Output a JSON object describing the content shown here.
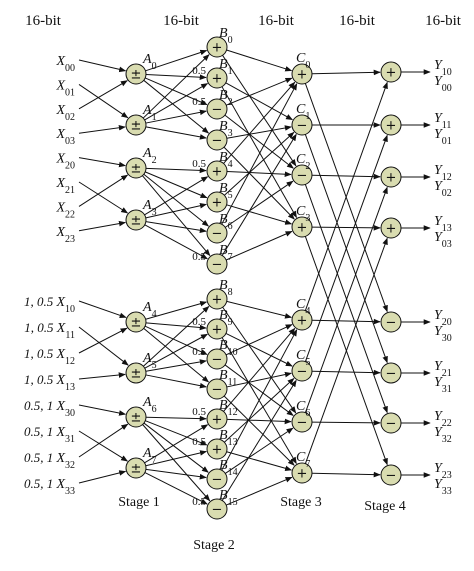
{
  "headers": [
    "16-bit",
    "16-bit",
    "16-bit",
    "16-bit",
    "16-bit"
  ],
  "inputs": [
    {
      "prefix": "",
      "base": "X",
      "sub": "00"
    },
    {
      "prefix": "",
      "base": "X",
      "sub": "01"
    },
    {
      "prefix": "",
      "base": "X",
      "sub": "02"
    },
    {
      "prefix": "",
      "base": "X",
      "sub": "03"
    },
    {
      "prefix": "",
      "base": "X",
      "sub": "20"
    },
    {
      "prefix": "",
      "base": "X",
      "sub": "21"
    },
    {
      "prefix": "",
      "base": "X",
      "sub": "22"
    },
    {
      "prefix": "",
      "base": "X",
      "sub": "23"
    },
    {
      "prefix": "1, 0.5",
      "base": "X",
      "sub": "10"
    },
    {
      "prefix": "1, 0.5",
      "base": "X",
      "sub": "11"
    },
    {
      "prefix": "1, 0.5",
      "base": "X",
      "sub": "12"
    },
    {
      "prefix": "1, 0.5",
      "base": "X",
      "sub": "13"
    },
    {
      "prefix": "0.5, 1",
      "base": "X",
      "sub": "30"
    },
    {
      "prefix": "0.5, 1",
      "base": "X",
      "sub": "31"
    },
    {
      "prefix": "0.5, 1",
      "base": "X",
      "sub": "32"
    },
    {
      "prefix": "0.5, 1",
      "base": "X",
      "sub": "33"
    }
  ],
  "stage1": {
    "symbol": "±",
    "nodes": [
      {
        "base": "A",
        "sub": "0"
      },
      {
        "base": "A",
        "sub": "1"
      },
      {
        "base": "A",
        "sub": "2"
      },
      {
        "base": "A",
        "sub": "3"
      },
      {
        "base": "A",
        "sub": "4"
      },
      {
        "base": "A",
        "sub": "5"
      },
      {
        "base": "A",
        "sub": "6"
      },
      {
        "base": "A",
        "sub": "7"
      }
    ]
  },
  "stage2": {
    "nodes": [
      {
        "base": "B",
        "sub": "0",
        "op": "+",
        "coef": ""
      },
      {
        "base": "B",
        "sub": "1",
        "op": "+",
        "coef": "0.5"
      },
      {
        "base": "B",
        "sub": "2",
        "op": "−",
        "coef": "0.5"
      },
      {
        "base": "B",
        "sub": "3",
        "op": "−",
        "coef": ""
      },
      {
        "base": "B",
        "sub": "4",
        "op": "+",
        "coef": "0.5"
      },
      {
        "base": "B",
        "sub": "5",
        "op": "+",
        "coef": ""
      },
      {
        "base": "B",
        "sub": "6",
        "op": "−",
        "coef": ""
      },
      {
        "base": "B",
        "sub": "7",
        "op": "−",
        "coef": "0.5"
      },
      {
        "base": "B",
        "sub": "8",
        "op": "+",
        "coef": ""
      },
      {
        "base": "B",
        "sub": "9",
        "op": "+",
        "coef": "0.5"
      },
      {
        "base": "B",
        "sub": "10",
        "op": "−",
        "coef": "0.5"
      },
      {
        "base": "B",
        "sub": "11",
        "op": "−",
        "coef": ""
      },
      {
        "base": "B",
        "sub": "12",
        "op": "+",
        "coef": "0.5"
      },
      {
        "base": "B",
        "sub": "13",
        "op": "+",
        "coef": "0.5"
      },
      {
        "base": "B",
        "sub": "14",
        "op": "−",
        "coef": ""
      },
      {
        "base": "B",
        "sub": "15",
        "op": "−",
        "coef": "0.5"
      }
    ]
  },
  "stage3": {
    "nodes": [
      {
        "base": "C",
        "sub": "0",
        "op": "+"
      },
      {
        "base": "C",
        "sub": "1",
        "op": "−"
      },
      {
        "base": "C",
        "sub": "2",
        "op": "−"
      },
      {
        "base": "C",
        "sub": "3",
        "op": "+"
      },
      {
        "base": "C",
        "sub": "4",
        "op": "+"
      },
      {
        "base": "C",
        "sub": "5",
        "op": "−"
      },
      {
        "base": "C",
        "sub": "6",
        "op": "−"
      },
      {
        "base": "C",
        "sub": "7",
        "op": "+"
      }
    ]
  },
  "stage4": {
    "ops": [
      "+",
      "+",
      "+",
      "+",
      "−",
      "−",
      "−",
      "−"
    ]
  },
  "outputs": [
    [
      {
        "base": "Y",
        "sub": "10"
      },
      {
        "base": "Y",
        "sub": "00"
      }
    ],
    [
      {
        "base": "Y",
        "sub": "11"
      },
      {
        "base": "Y",
        "sub": "01"
      }
    ],
    [
      {
        "base": "Y",
        "sub": "12"
      },
      {
        "base": "Y",
        "sub": "02"
      }
    ],
    [
      {
        "base": "Y",
        "sub": "13"
      },
      {
        "base": "Y",
        "sub": "03"
      }
    ],
    [
      {
        "base": "Y",
        "sub": "20"
      },
      {
        "base": "Y",
        "sub": "30"
      }
    ],
    [
      {
        "base": "Y",
        "sub": "21"
      },
      {
        "base": "Y",
        "sub": "31"
      }
    ],
    [
      {
        "base": "Y",
        "sub": "22"
      },
      {
        "base": "Y",
        "sub": "32"
      }
    ],
    [
      {
        "base": "Y",
        "sub": "23"
      },
      {
        "base": "Y",
        "sub": "33"
      }
    ]
  ],
  "stage_labels": [
    "Stage 1",
    "Stage 2",
    "Stage 3",
    "Stage 4"
  ]
}
